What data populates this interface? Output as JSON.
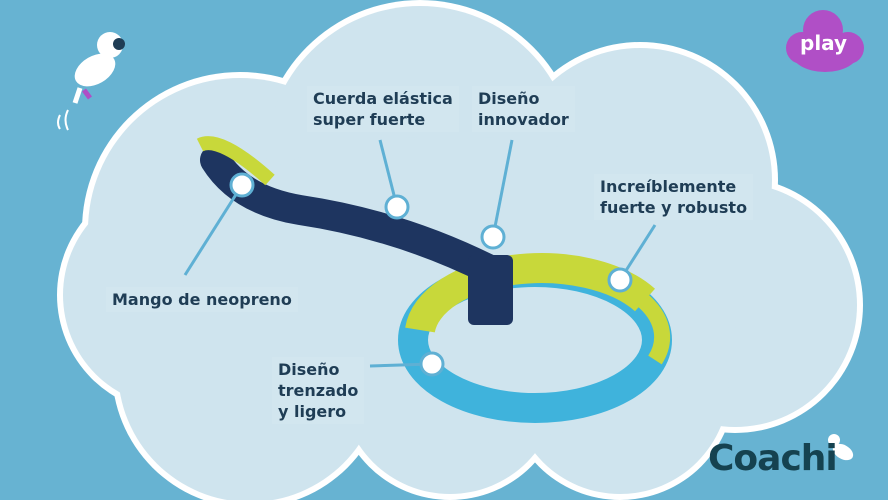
{
  "badge": {
    "label": "play",
    "color": "#b04fc6"
  },
  "brand": {
    "name": "Coachi",
    "color": "#154250"
  },
  "features": [
    {
      "text": "Cuerda elástica\nsuper fuerte"
    },
    {
      "text": "Diseño\ninnovador"
    },
    {
      "text": "Increíblemente\nfuerte y robusto"
    },
    {
      "text": "Mango de neopreno"
    },
    {
      "text": "Diseño\ntrenzado\ny ligero"
    }
  ],
  "colors": {
    "background": "#67b3d2",
    "cloud": "#cfe4ee",
    "text": "#1f3d55",
    "rope_navy": "#1e3560",
    "ring_blue": "#3fb3dc",
    "ring_yellow": "#c8d83a"
  }
}
